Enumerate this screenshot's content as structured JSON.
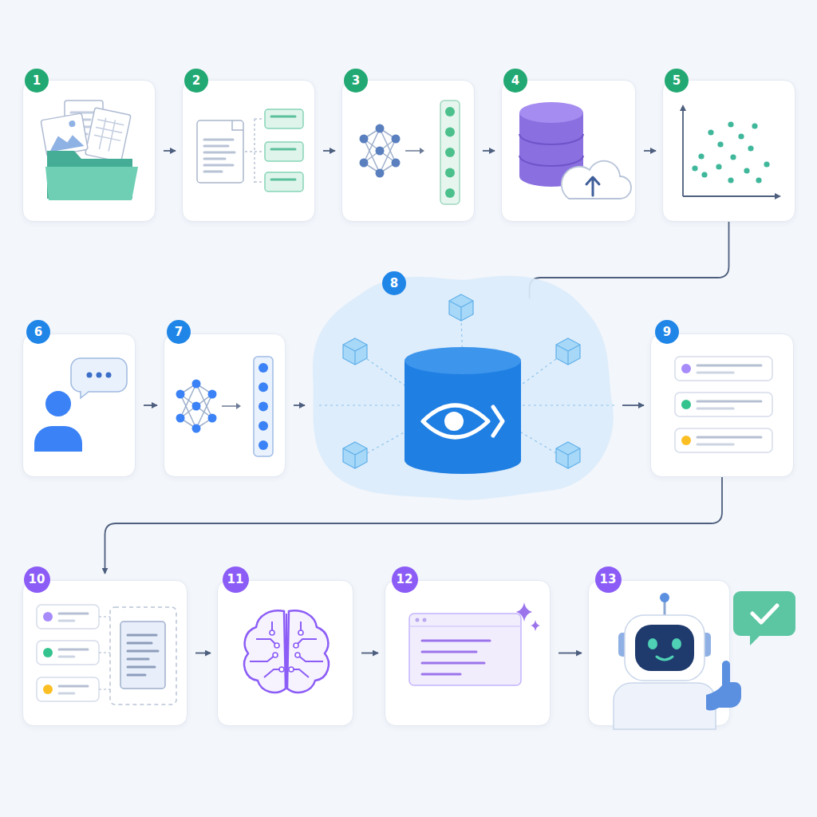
{
  "diagram": {
    "nodes": [
      {
        "text": [
          "1"
        ]
      },
      {
        "text": [
          "2"
        ]
      },
      {
        "text": [
          "3"
        ]
      },
      {
        "text": [
          "4"
        ]
      },
      {
        "text": [
          "5"
        ]
      },
      {
        "text": [
          "6"
        ]
      },
      {
        "text": [
          "7"
        ]
      },
      {
        "text": [
          "8"
        ]
      },
      {
        "text": [
          "9"
        ]
      },
      {
        "text": [
          "10"
        ]
      },
      {
        "text": [
          "11"
        ]
      },
      {
        "text": [
          "12"
        ]
      },
      {
        "text": [
          "13"
        ]
      }
    ],
    "edges": [
      {
        "from": 0,
        "to": 1,
        "arrow": "to"
      },
      {
        "from": 1,
        "to": 2,
        "arrow": "to"
      },
      {
        "from": 2,
        "to": 3,
        "arrow": "to"
      },
      {
        "from": 3,
        "to": 4,
        "arrow": "to"
      },
      {
        "from": 4,
        "to": 7,
        "arrow": "none"
      },
      {
        "from": 5,
        "to": 6,
        "arrow": "to"
      },
      {
        "from": 6,
        "to": 7,
        "arrow": "to"
      },
      {
        "from": 7,
        "to": 8,
        "arrow": "to"
      },
      {
        "from": 8,
        "to": 9,
        "arrow": "to"
      },
      {
        "from": 9,
        "to": 10,
        "arrow": "to"
      },
      {
        "from": 10,
        "to": 11,
        "arrow": "to"
      },
      {
        "from": 11,
        "to": 12,
        "arrow": "to"
      }
    ]
  }
}
